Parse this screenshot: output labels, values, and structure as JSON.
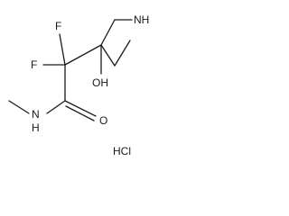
{
  "molecule": {
    "atom_labels": {
      "f_top": "F",
      "f_left": "F",
      "nh_ring": "NH",
      "oh": "OH",
      "nh_amide": "N",
      "h_amide": "H",
      "o_carbonyl": "O"
    },
    "salt": "HCl"
  }
}
